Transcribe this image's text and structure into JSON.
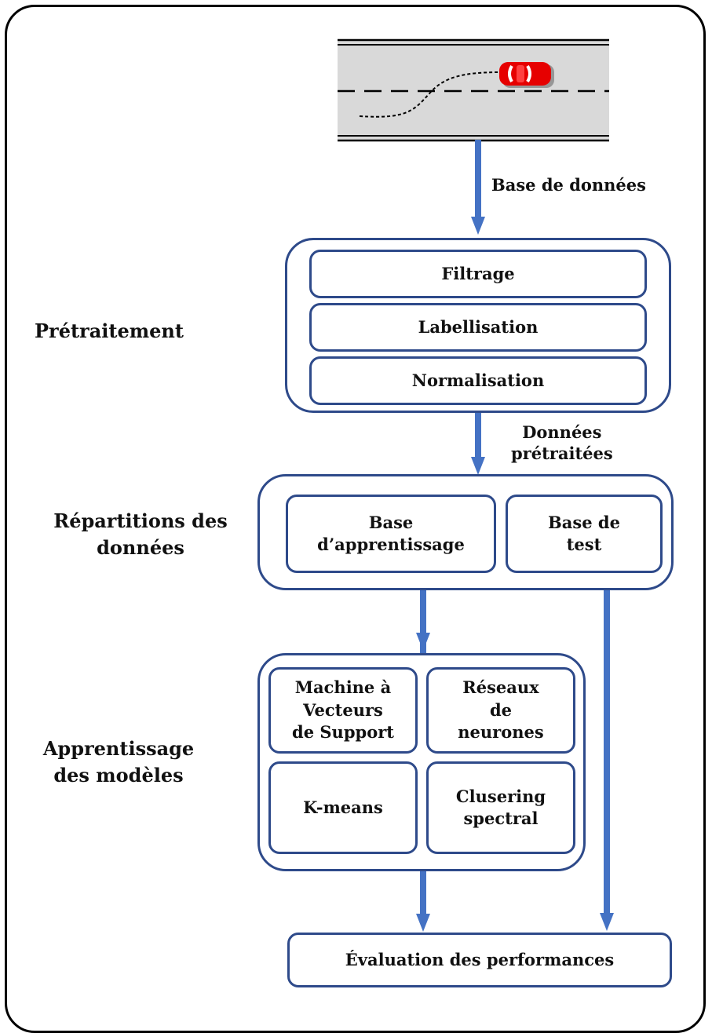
{
  "labels": {
    "database": "Base de données",
    "preprocessed": "Données\nprétraitées"
  },
  "stages": {
    "preprocessing": "Prétraitement",
    "split": "Répartitions des\ndonnées",
    "learning": "Apprentissage\ndes modèles"
  },
  "preprocessing_steps": [
    "Filtrage",
    "Labellisation",
    "Normalisation"
  ],
  "split_sets": [
    "Base\nd’apprentissage",
    "Base de\ntest"
  ],
  "models": [
    "Machine à\nVecteurs\nde Support",
    "Réseaux\nde\nneurones",
    "K-means",
    "Clusering\nspectral"
  ],
  "evaluation": "Évaluation des performances",
  "colors": {
    "box_border": "#2e4a8a",
    "arrow": "#4472c4",
    "road": "#d9d9d9",
    "car": "#e60000"
  }
}
